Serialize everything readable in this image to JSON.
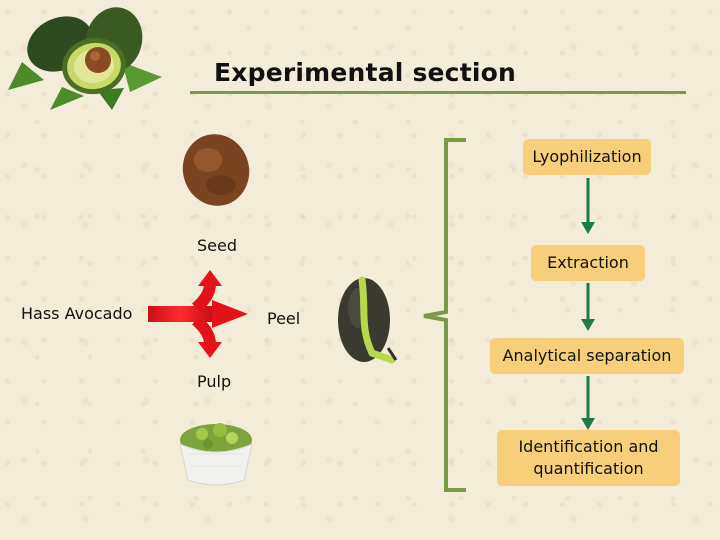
{
  "title": "Experimental section",
  "source_label": "Hass Avocado",
  "parts": [
    "Seed",
    "Peel",
    "Pulp"
  ],
  "steps": [
    "Lyophilization",
    "Extraction",
    "Analytical separation",
    "Identification and quantification"
  ],
  "colors": {
    "title_rule": "#7a9a4a",
    "bracket": "#7a9a4a",
    "step_box": "#f7cf7a",
    "step_arrow": "#1f7a4a",
    "split_arrow": "#e3131b"
  }
}
